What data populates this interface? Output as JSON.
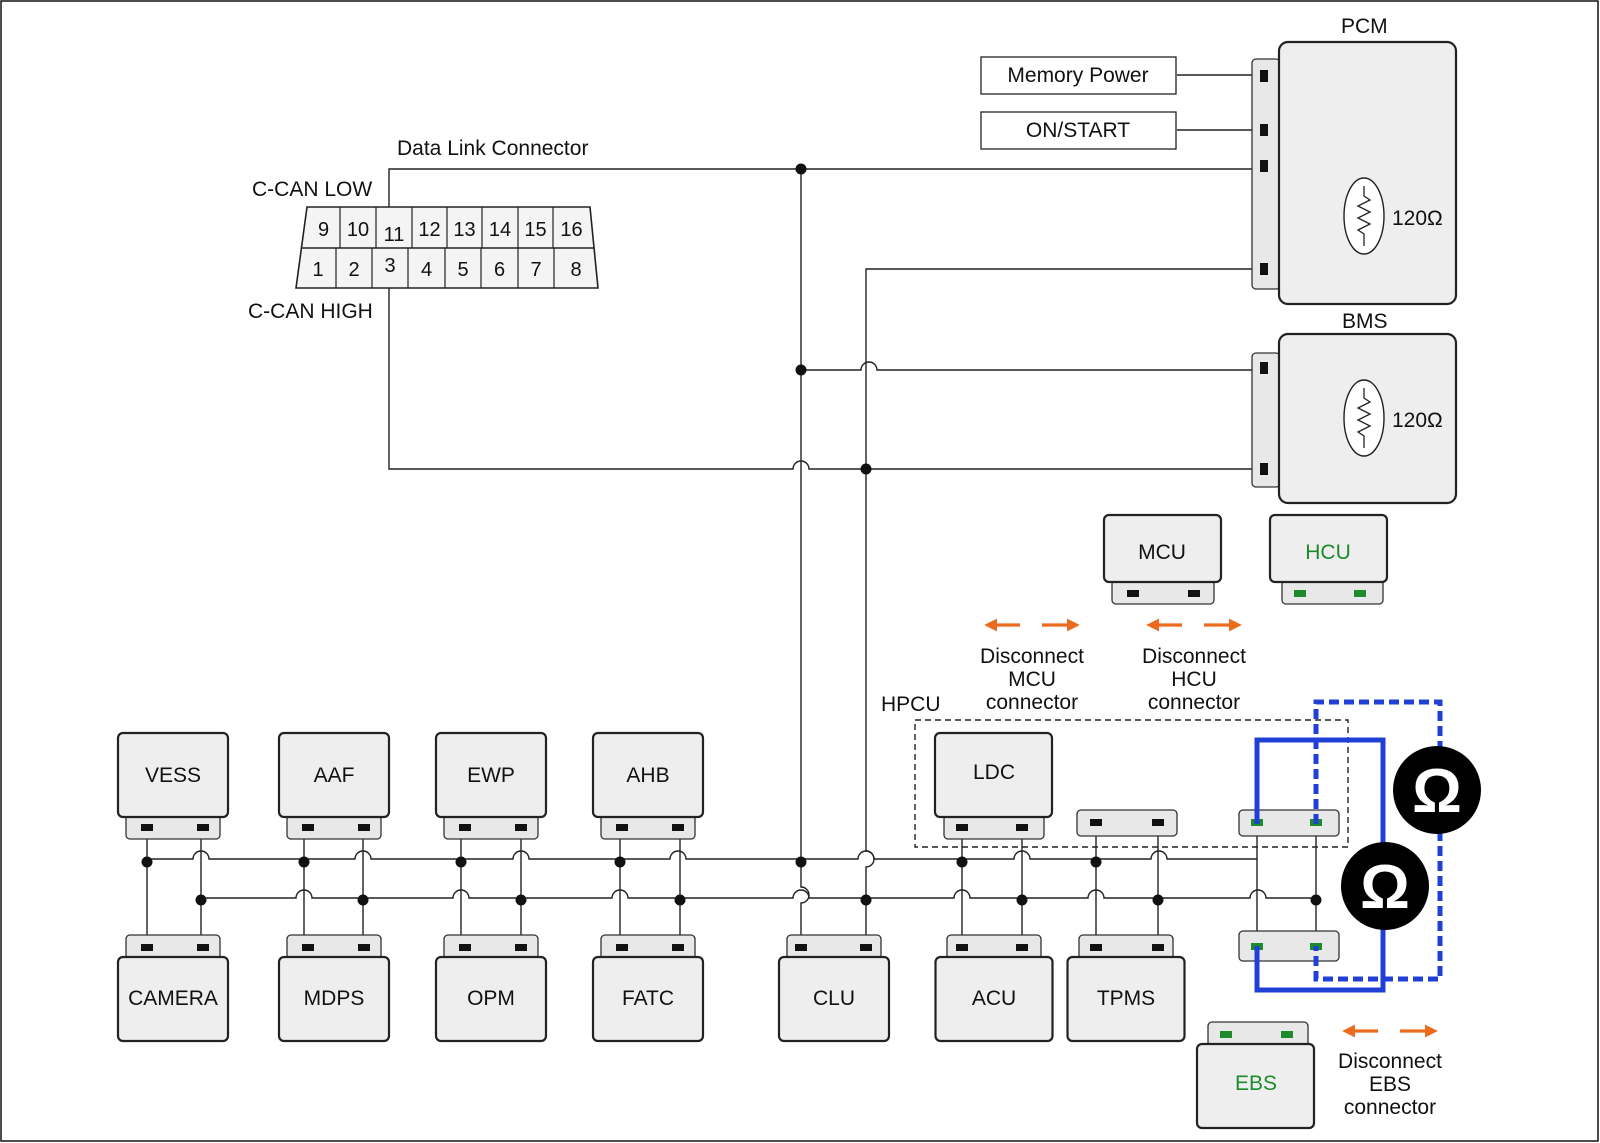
{
  "diagram": {
    "border_color": "#111111",
    "wire_color": "#222222",
    "accent_blue": "#1f3fd6",
    "accent_orange": "#ec6a1c",
    "accent_green": "#1d8a2c",
    "dlc": {
      "title": "Data Link Connector",
      "low_label": "C-CAN LOW",
      "high_label": "C-CAN HIGH",
      "top_pins": [
        "9",
        "10",
        "11",
        "12",
        "13",
        "14",
        "15",
        "16"
      ],
      "bottom_pins": [
        "1",
        "2",
        "3",
        "4",
        "5",
        "6",
        "7",
        "8"
      ]
    },
    "pcm": {
      "name": "PCM",
      "resistor": "120Ω",
      "inputs": [
        "Memory Power",
        "ON/START"
      ]
    },
    "bms": {
      "name": "BMS",
      "resistor": "120Ω"
    },
    "mcu": {
      "name": "MCU"
    },
    "hcu": {
      "name": "HCU"
    },
    "hpcu": {
      "name": "HPCU"
    },
    "ldc": {
      "name": "LDC"
    },
    "top_modules": [
      "VESS",
      "AAF",
      "EWP",
      "AHB"
    ],
    "bottom_modules": [
      "CAMERA",
      "MDPS",
      "OPM",
      "FATC",
      "CLU",
      "ACU",
      "TPMS"
    ],
    "ebs": {
      "name": "EBS"
    },
    "disconnect_notes": [
      [
        "Disconnect",
        "MCU",
        "connector"
      ],
      [
        "Disconnect",
        "HCU",
        "connector"
      ],
      [
        "Disconnect",
        "EBS",
        "connector"
      ]
    ],
    "meter_icon": "omega-ohmmeter-icon",
    "meter_symbol": "Ω"
  }
}
